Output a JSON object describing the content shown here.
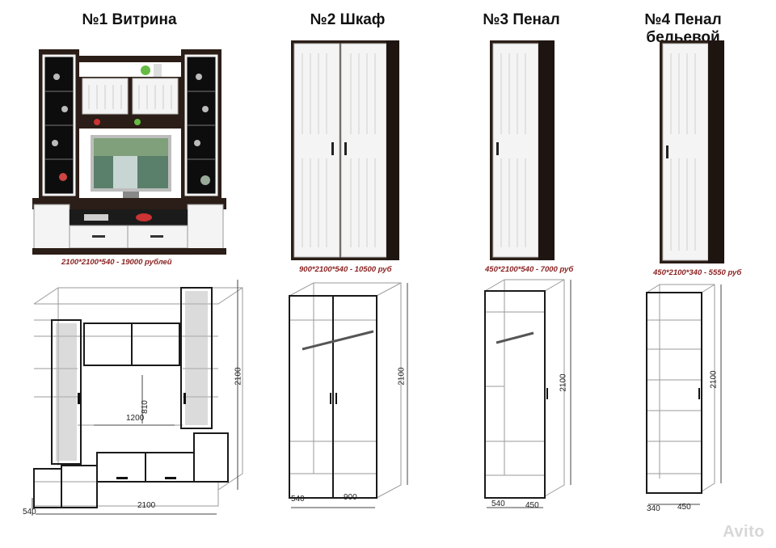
{
  "items": [
    {
      "title": "№1 Витрина",
      "price": "2100*2100*540 - 19000 рублей",
      "dims": {
        "height": "2100",
        "width": "2100",
        "depth": "540",
        "inner_w": "1200",
        "inner_h": "810"
      }
    },
    {
      "title": "№2 Шкаф",
      "price": "900*2100*540 - 10500 руб",
      "dims": {
        "height": "2100",
        "width": "900",
        "depth": "540"
      }
    },
    {
      "title": "№3 Пенал",
      "price": "450*2100*540 - 7000 руб",
      "dims": {
        "height": "2100",
        "width": "450",
        "depth": "540"
      }
    },
    {
      "title": "№4 Пенал бельевой",
      "price": "450*2100*340 - 5550 руб",
      "dims": {
        "height": "2100",
        "width": "450",
        "depth": "340"
      }
    }
  ],
  "watermark": "Avito",
  "colors": {
    "wenge": "#2b1d17",
    "white": "#f4f4f4",
    "price": "#8a1f1f"
  }
}
